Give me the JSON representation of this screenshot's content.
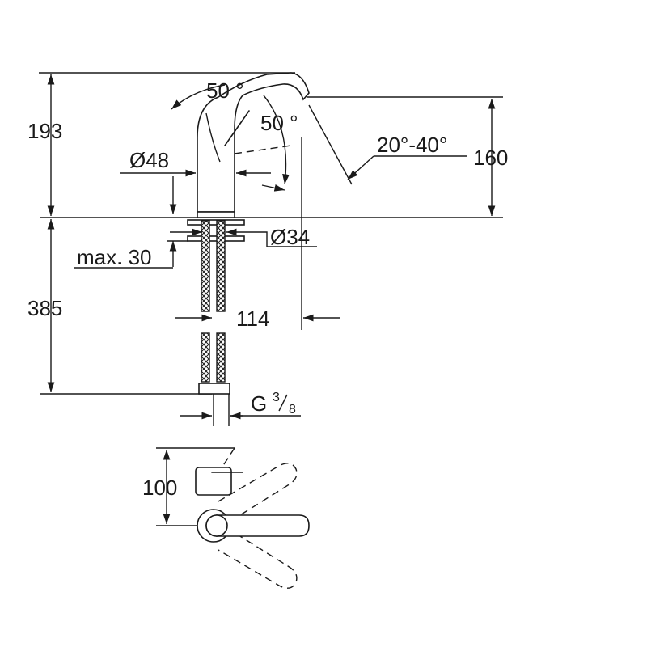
{
  "drawing": {
    "dimensions": {
      "height_above_deck": "193",
      "spout_height": "160",
      "below_deck_length": "385",
      "lever_angle_a": "50 °",
      "lever_angle_b": "50 °",
      "spout_angle": "20°-40°",
      "body_diameter": "Ø48",
      "hole_diameter": "Ø34",
      "max_deck_thickness": "max. 30",
      "spout_reach": "114",
      "connection_thread": "G",
      "thread_numerator": "3",
      "thread_denominator": "8",
      "top_view_depth": "100"
    }
  }
}
